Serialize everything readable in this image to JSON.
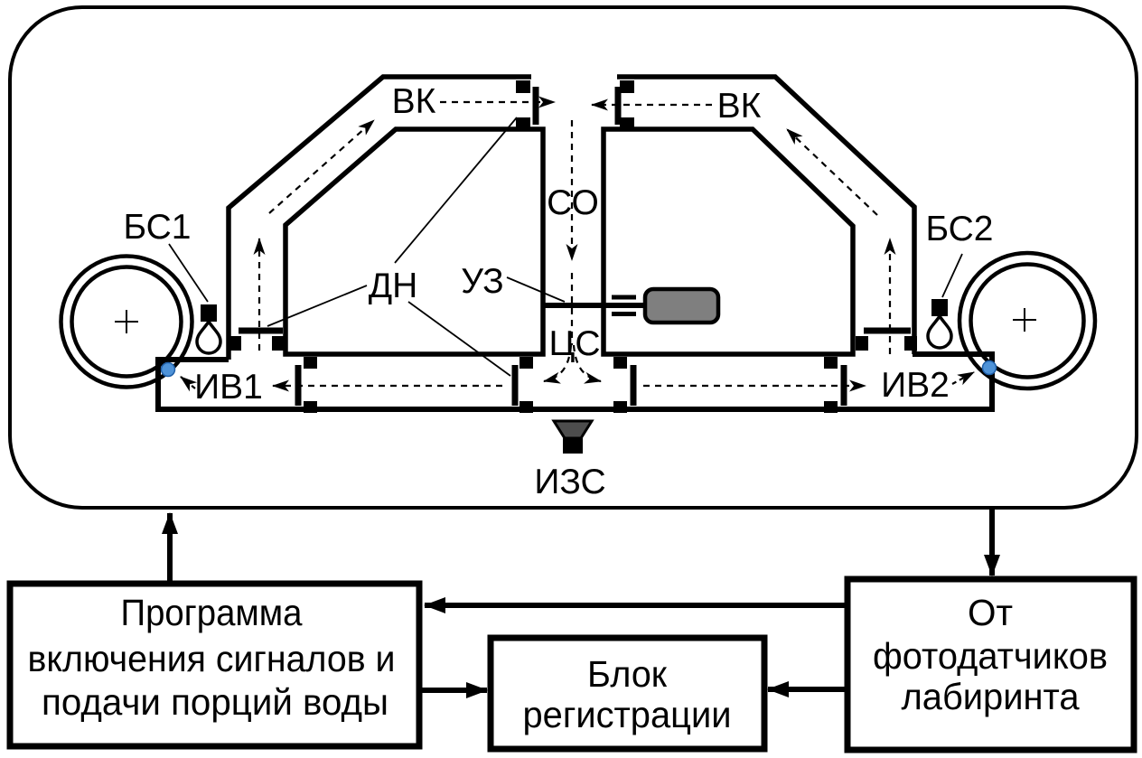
{
  "diagram": {
    "maze_labels": {
      "vk_left": "ВК",
      "vk_right": "ВК",
      "so": "СО",
      "dn": "ДН",
      "uz": "УЗ",
      "cs": "ЦС",
      "bs1": "БС1",
      "bs2": "БС2",
      "iv1": "ИВ1",
      "iv2": "ИВ2",
      "izs": "ИЗС"
    },
    "blocks": {
      "program": {
        "line1": "Программа",
        "line2": "включения сигналов и",
        "line3": "подачи порций воды"
      },
      "registration": {
        "line1": "Блок",
        "line2": "регистрации"
      },
      "photosensors": {
        "line1": "От",
        "line2": "фотодатчиков",
        "line3": "лабиринта"
      }
    },
    "colors": {
      "line": "#000000",
      "ultrasound_box": "#7f7f7f",
      "sound_horn": "#4d4d4d",
      "water_dot": "#4f93d8",
      "background": "#ffffff"
    }
  }
}
